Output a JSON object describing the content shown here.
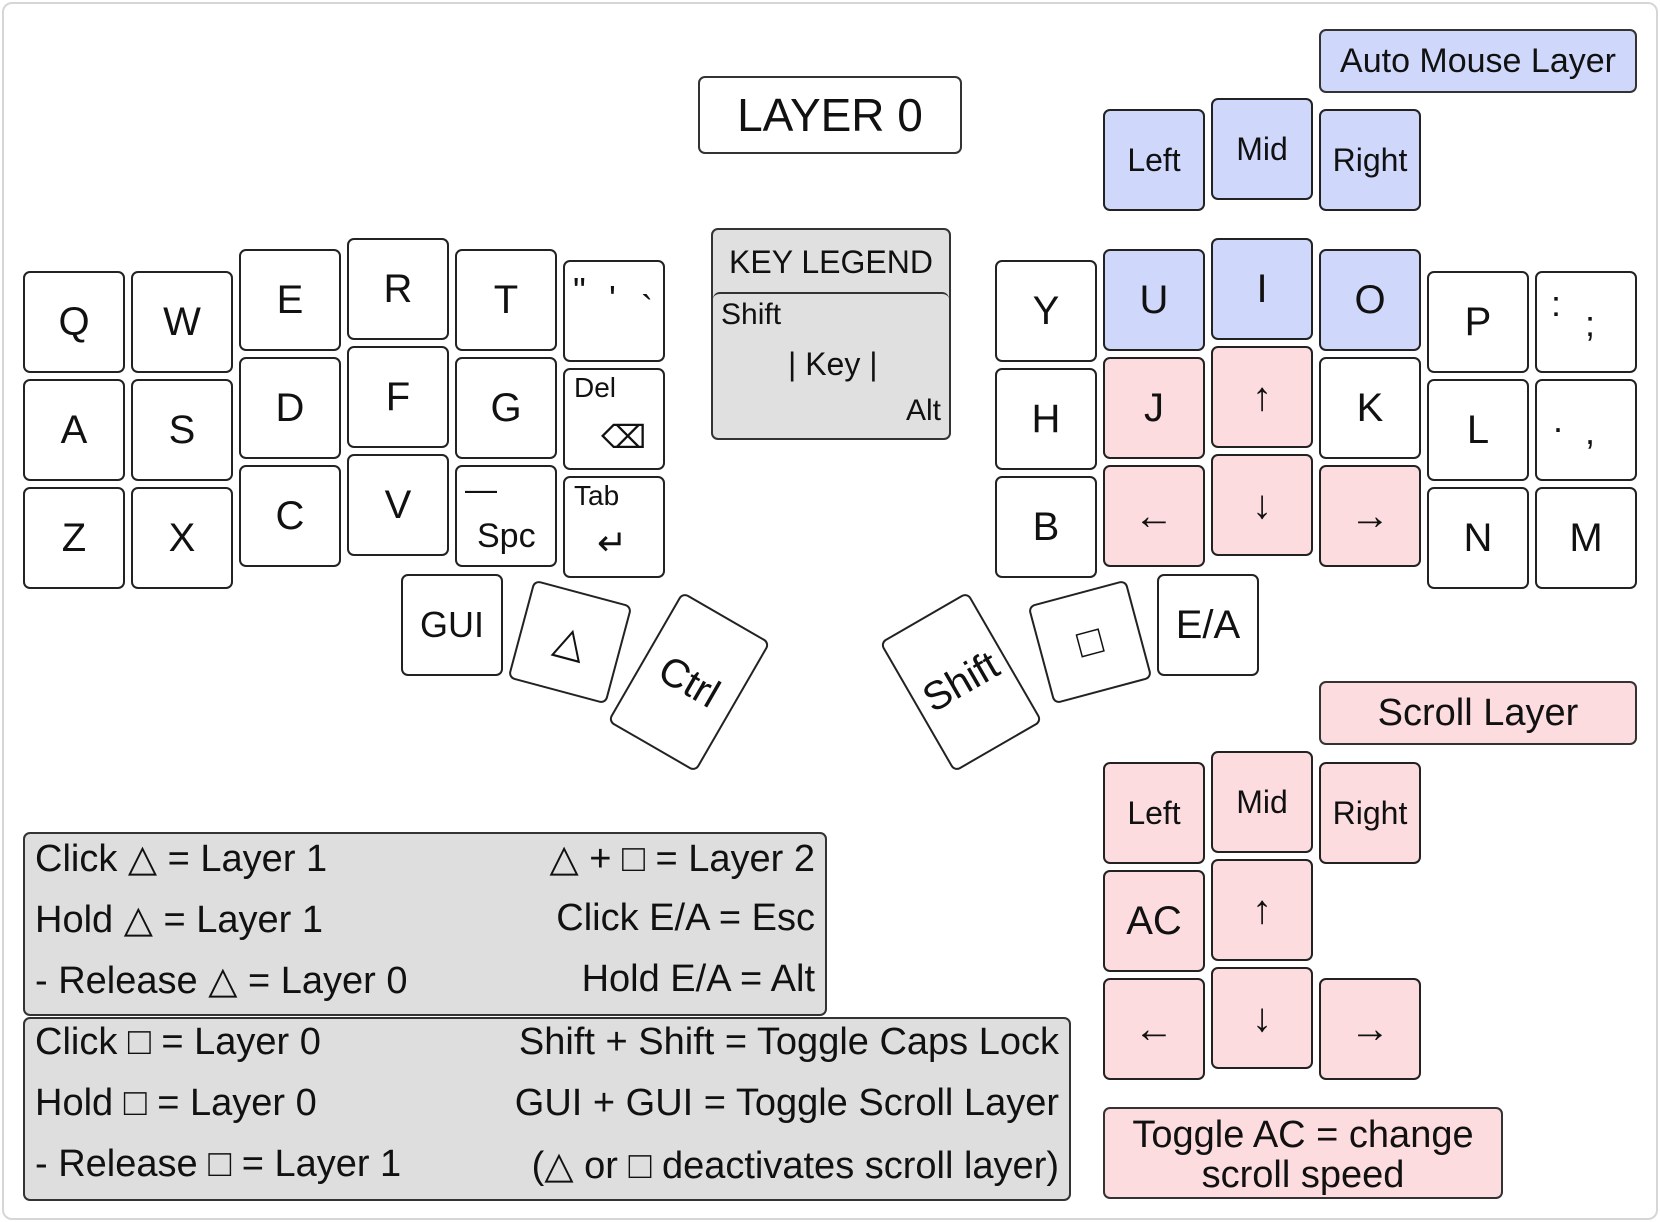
{
  "title": "LAYER 0",
  "colors": {
    "mouse_blue": "#cfd8fb",
    "scroll_pink": "#fcdcdf",
    "legend_gray": "#e0e0e0"
  },
  "legend": {
    "header": "KEY LEGEND",
    "shift": "Shift",
    "key": "| Key |",
    "alt": "Alt"
  },
  "left_half": {
    "row1": [
      "Q",
      "W",
      "E",
      "R",
      "T"
    ],
    "quote_key": [
      "\"",
      "'",
      "`"
    ],
    "row2": [
      "A",
      "S",
      "D",
      "F",
      "G"
    ],
    "del_key": {
      "shift": "Del",
      "symbol": "⌫"
    },
    "row3": [
      "Z",
      "X",
      "C",
      "V"
    ],
    "spc_key": {
      "shift": "—",
      "label": "Spc"
    },
    "tab_key": {
      "shift": "Tab",
      "symbol": "↵"
    },
    "thumbs": [
      "GUI",
      "△",
      "Ctrl"
    ]
  },
  "right_half": {
    "row1": [
      "Y",
      "U",
      "I",
      "O",
      "P"
    ],
    "semicolon_key": [
      ":",
      ";"
    ],
    "row2": [
      "H",
      "J",
      "↑",
      "K",
      "L"
    ],
    "comma_key": [
      ".",
      ","
    ],
    "row3": [
      "B",
      "←",
      "↓",
      "→",
      "N",
      "M"
    ],
    "thumbs": [
      "Shift",
      "□",
      "E/A"
    ]
  },
  "auto_mouse": {
    "label": "Auto Mouse Layer",
    "buttons": [
      "Left",
      "Mid",
      "Right"
    ]
  },
  "scroll_layer": {
    "label": "Scroll Layer",
    "buttons": [
      "Left",
      "Mid",
      "Right"
    ],
    "ac": "AC",
    "arrows": [
      "↑",
      "←",
      "↓",
      "→"
    ],
    "note_line1": "Toggle AC = change",
    "note_line2": "scroll speed"
  },
  "rules_triangle": [
    {
      "left": "Click △ = Layer 1",
      "right": "△ + □ = Layer 2"
    },
    {
      "left": "Hold △ = Layer 1",
      "right": "Click E/A = Esc"
    },
    {
      "left": "- Release △ = Layer 0",
      "right": "Hold E/A = Alt"
    }
  ],
  "rules_square": [
    {
      "left": "Click □ = Layer 0",
      "right": "Shift + Shift = Toggle Caps Lock"
    },
    {
      "left": "Hold □ = Layer 0",
      "right": "GUI + GUI = Toggle Scroll Layer"
    },
    {
      "left": "- Release □ = Layer 1",
      "right": "(△ or □ deactivates scroll layer)"
    }
  ]
}
